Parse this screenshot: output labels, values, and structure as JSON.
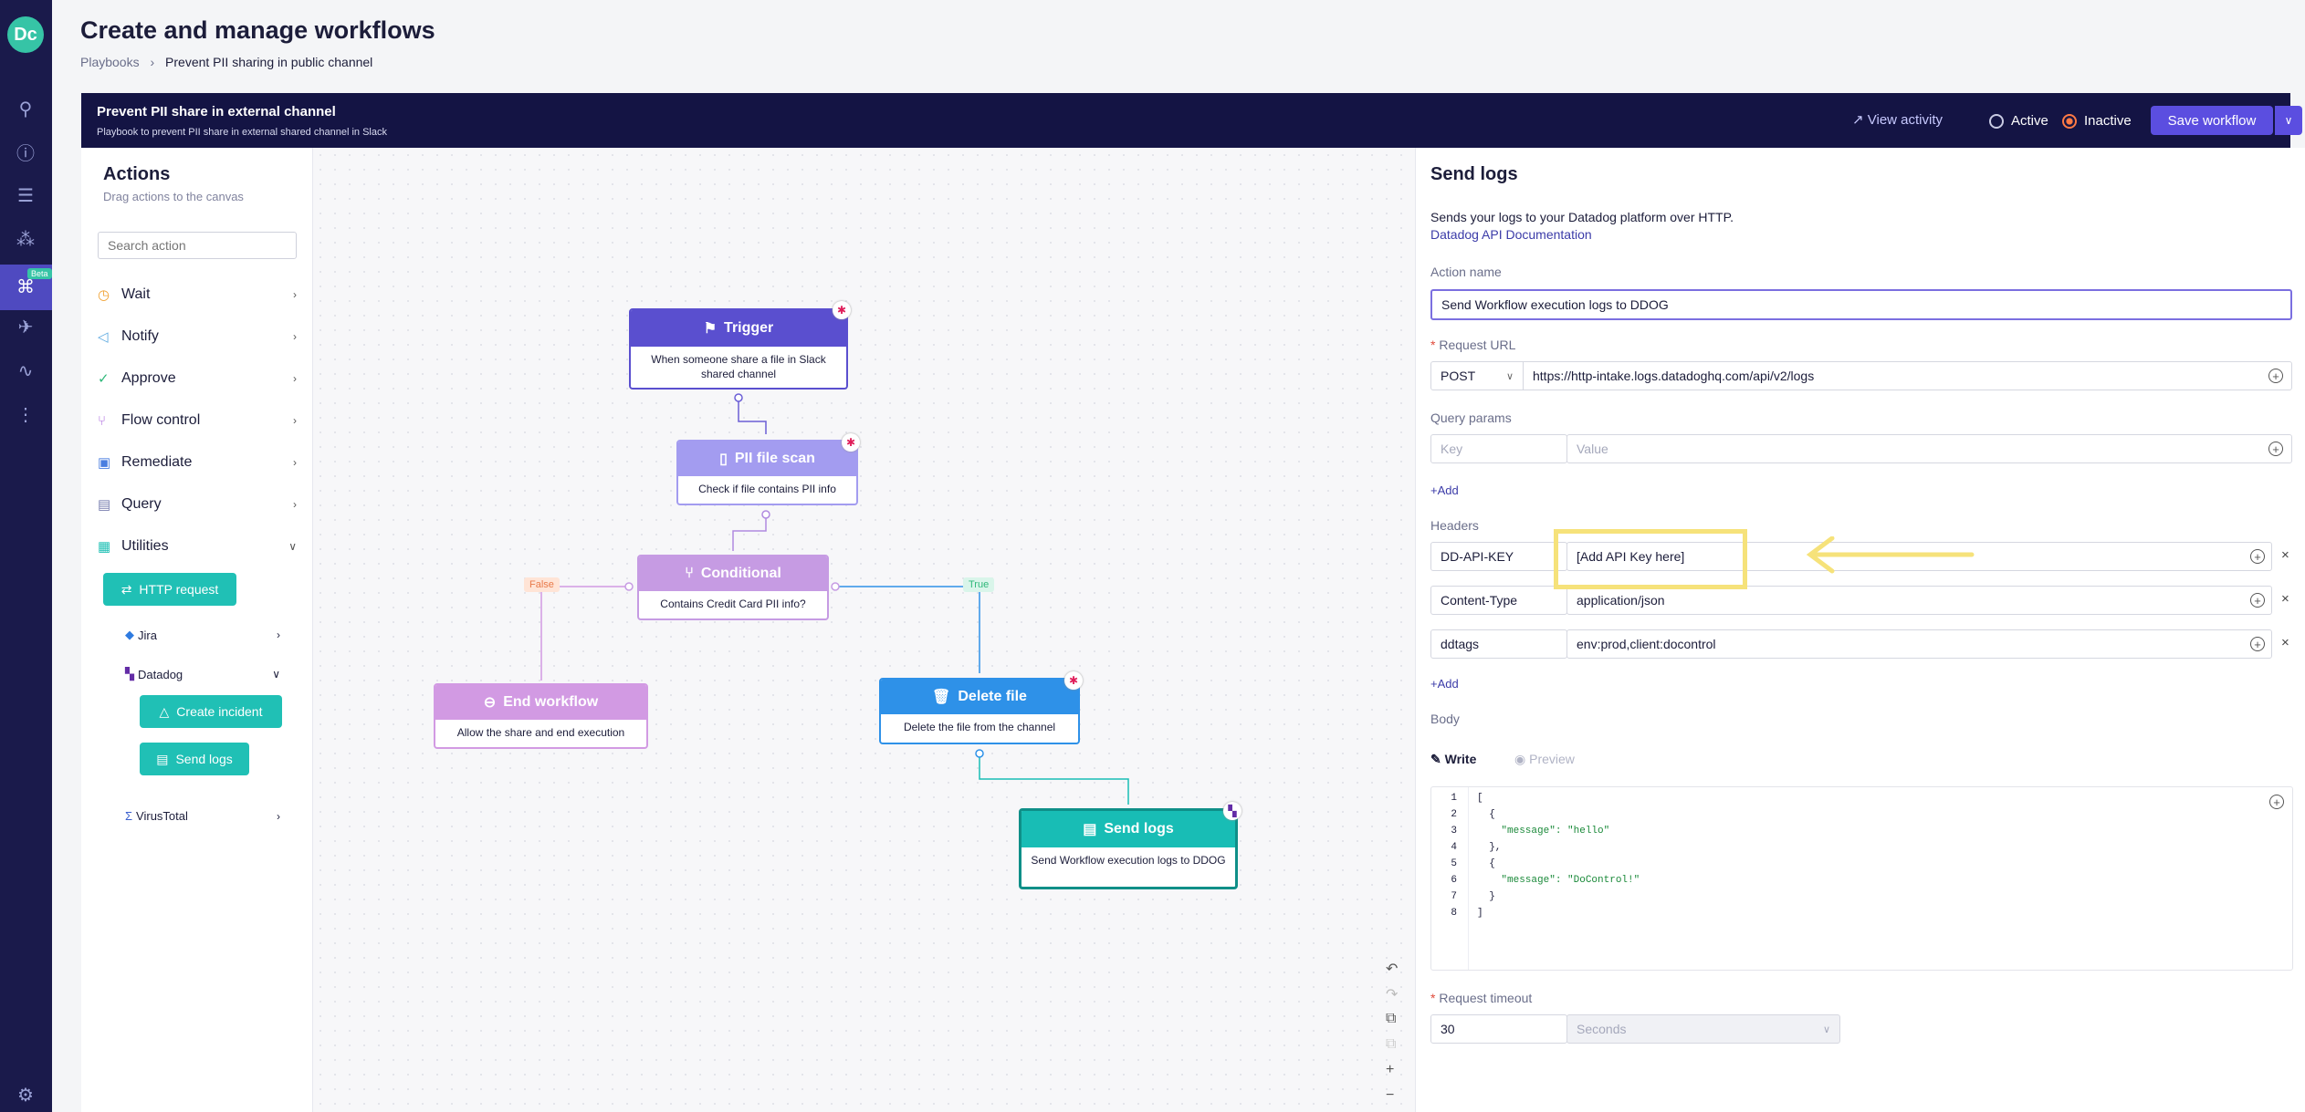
{
  "app": {
    "logo": "Dc",
    "beta": "Beta",
    "icons": [
      "search-icon",
      "info-icon",
      "list-icon",
      "graph-icon",
      "workflow-icon",
      "rocket-icon",
      "pulse-icon",
      "more-icon",
      "settings-icon"
    ]
  },
  "page": {
    "title": "Create and manage workflows",
    "breadcrumb": {
      "root": "Playbooks",
      "sep": ">",
      "current": "Prevent PII sharing in public channel"
    }
  },
  "banner": {
    "title": "Prevent PII share in external channel",
    "subtitle": "Playbook to prevent PII share in external shared channel in Slack",
    "view_activity": "View activity",
    "active": "Active",
    "inactive": "Inactive",
    "selected": "Inactive",
    "save": "Save workflow",
    "dropdown": "∨"
  },
  "actions": {
    "title": "Actions",
    "subtitle": "Drag actions to the canvas",
    "search_placeholder": "Search action",
    "items": [
      {
        "label": "Wait",
        "icon": "◷"
      },
      {
        "label": "Notify",
        "icon": "◁"
      },
      {
        "label": "Approve",
        "icon": "✓"
      },
      {
        "label": "Flow control",
        "icon": "⑂"
      },
      {
        "label": "Remediate",
        "icon": "▣"
      },
      {
        "label": "Query",
        "icon": "▤"
      },
      {
        "label": "Utilities",
        "icon": "▦"
      }
    ],
    "http_request": "HTTP request",
    "jira": "Jira",
    "datadog": "Datadog",
    "create_incident": "Create incident",
    "send_logs": "Send logs",
    "virustotal": "VirusTotal"
  },
  "canvas": {
    "trigger": {
      "title": "Trigger",
      "body": "When someone share a file in Slack shared channel"
    },
    "pii": {
      "title": "PII file scan",
      "body": "Check if file contains PII info"
    },
    "cond": {
      "title": "Conditional",
      "body": "Contains Credit Card PII info?"
    },
    "end": {
      "title": "End workflow",
      "body": "Allow the share and end execution"
    },
    "del": {
      "title": "Delete file",
      "body": "Delete the file from the channel"
    },
    "send": {
      "title": "Send logs",
      "body": "Send Workflow execution logs to DDOG"
    },
    "false_label": "False",
    "true_label": "True",
    "zoom": [
      "↶",
      "↷",
      "⧉",
      "⧉",
      "+",
      "−"
    ],
    "colors": {
      "trigger": "#5a4fcf",
      "pii": "#a39cf0",
      "cond": "#c69be3",
      "end": "#d29ae3",
      "del": "#2e91e8",
      "send": "#18bdb5"
    }
  },
  "panel": {
    "title": "Send logs",
    "desc": "Sends your logs to your Datadog platform over HTTP.",
    "doc_link": "Datadog API Documentation",
    "action_name_label": "Action name",
    "action_name": "Send Workflow execution logs to DDOG",
    "request_url_label": "Request URL",
    "method": "POST",
    "url": "https://http-intake.logs.datadoghq.com/api/v2/logs",
    "query_label": "Query params",
    "key_ph": "Key",
    "value_ph": "Value",
    "add": "+Add",
    "headers_label": "Headers",
    "headers": [
      {
        "key": "DD-API-KEY",
        "value": "[Add API Key here]"
      },
      {
        "key": "Content-Type",
        "value": "application/json"
      },
      {
        "key": "ddtags",
        "value": "env:prod,client:docontrol"
      }
    ],
    "body_label": "Body",
    "write": "Write",
    "preview": "Preview",
    "code": [
      "[",
      "  {",
      "    \"message\": \"hello\"",
      "  },",
      "  {",
      "    \"message\": \"DoControl!\"",
      "  }",
      "]"
    ],
    "timeout_label": "Request timeout",
    "timeout": "30",
    "unit": "Seconds",
    "required": "*"
  }
}
